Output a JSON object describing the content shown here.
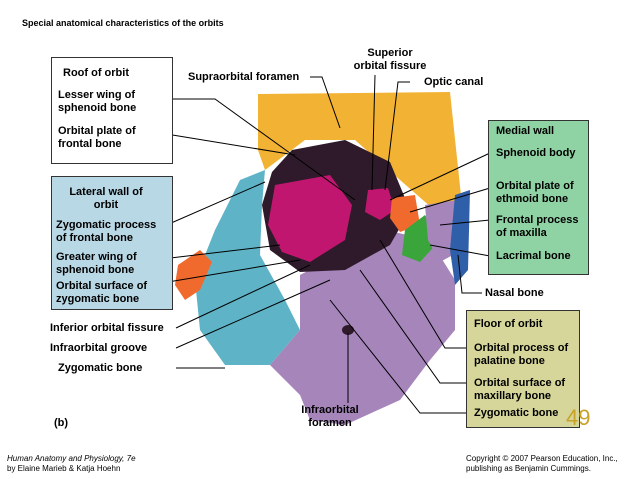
{
  "title": "Special anatomical characteristics of the orbits",
  "panel_label": "(b)",
  "page_number": "49",
  "colors": {
    "roof_box": "#ffffff",
    "lateral_box": "#b8d8e6",
    "medial_box": "#8fd3a4",
    "floor_box": "#d6d69a",
    "frontal": "#f2b233",
    "zygomatic": "#5fb3c6",
    "sphenoid": "#c0166f",
    "maxilla": "#a585ba",
    "ethmoid": "#f06a2e",
    "lacrimal": "#3aa53a",
    "nasal": "#2f5fa8"
  },
  "boxes": {
    "roof": {
      "header": "Roof of orbit",
      "items": [
        "Lesser wing of sphenoid bone",
        "Orbital plate of frontal bone"
      ]
    },
    "lateral": {
      "header": "Lateral wall of orbit",
      "items": [
        "Zygomatic process of frontal bone",
        "Greater wing of sphenoid bone",
        "Orbital surface of zygomatic bone"
      ]
    },
    "medial": {
      "header": "Medial wall",
      "items": [
        "Sphenoid body",
        "Orbital plate of ethmoid bone",
        "Frontal process of maxilla",
        "Lacrimal bone"
      ]
    },
    "floor": {
      "header": "Floor of orbit",
      "items": [
        "Orbital process of palatine bone",
        "Orbital surface of maxillary bone",
        "Zygomatic bone"
      ]
    }
  },
  "labels": {
    "supraorbital_foramen": "Supraorbital foramen",
    "superior_orbital_fissure": "Superior orbital fissure",
    "optic_canal": "Optic canal",
    "nasal_bone": "Nasal bone",
    "inferior_orbital_fissure": "Inferior orbital fissure",
    "infraorbital_groove": "Infraorbital groove",
    "zygomatic_bone": "Zygomatic bone",
    "infraorbital_foramen": "Infraorbital foramen"
  },
  "footer": {
    "left_title": "Human Anatomy and Physiology, 7e",
    "left_authors": "by Elaine Marieb & Katja Hoehn",
    "right_line1": "Copyright © 2007 Pearson Education, Inc.,",
    "right_line2": "publishing as Benjamin Cummings."
  }
}
